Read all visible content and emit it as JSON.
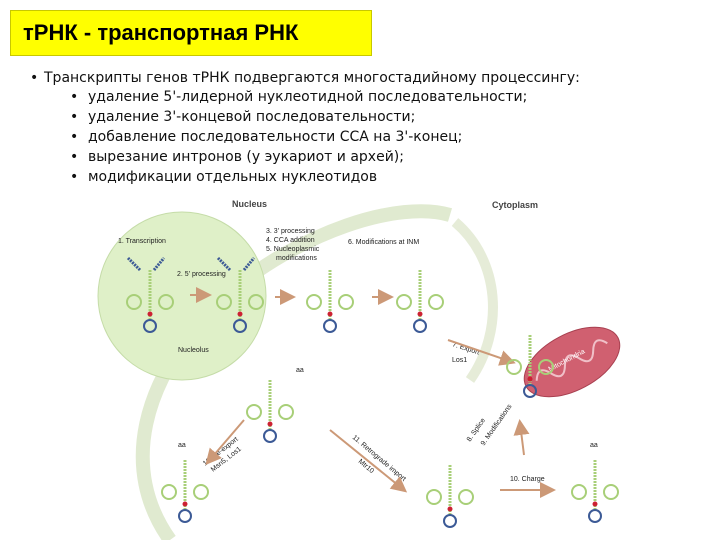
{
  "title": "тРНК - транспортная РНК",
  "lead": "Транскрипты генов тРНК подвергаются многостадийному процессингу:",
  "bullets": [
    "удаление 5'-лидерной нуклеотидной последовательности;",
    "удаление 3'-концевой последовательности;",
    "добавление последовательности CCA на 3'-конец;",
    "вырезание интронов (у эукариот и архей);",
    "модификации отдельных нуклеотидов"
  ],
  "diagram": {
    "nucleus": "Nucleus",
    "cytoplasm": "Cytoplasm",
    "nucleolus": "Nucleolus",
    "mitochondria": "Mitochondria",
    "steps": {
      "s1": "1. Transcription",
      "s2": "2. 5' processing",
      "s3a": "3. 3' processing",
      "s3b": "4. CCA addition",
      "s3c": "5. Nucleoplasmic",
      "s3d": "modifications",
      "s6": "6. Modifications at INM",
      "s7": "7. Export",
      "s7b": "Los1",
      "s8": "8. Splice",
      "s9": "9. Modifications",
      "s10": "10. Charge",
      "s11": "11. Retrograde import",
      "s11b": "Mtr10",
      "s12": "12. Re-export",
      "s12b": "Msn5, Los1",
      "aa": "aa"
    }
  },
  "colors": {
    "title_bg": "#ffff00",
    "nucleus_fill": "#dff0c8",
    "trna_green": "#a8cf78",
    "trna_blue": "#3c5a96",
    "mito": "#d06070",
    "arrow": "#cc9977"
  }
}
